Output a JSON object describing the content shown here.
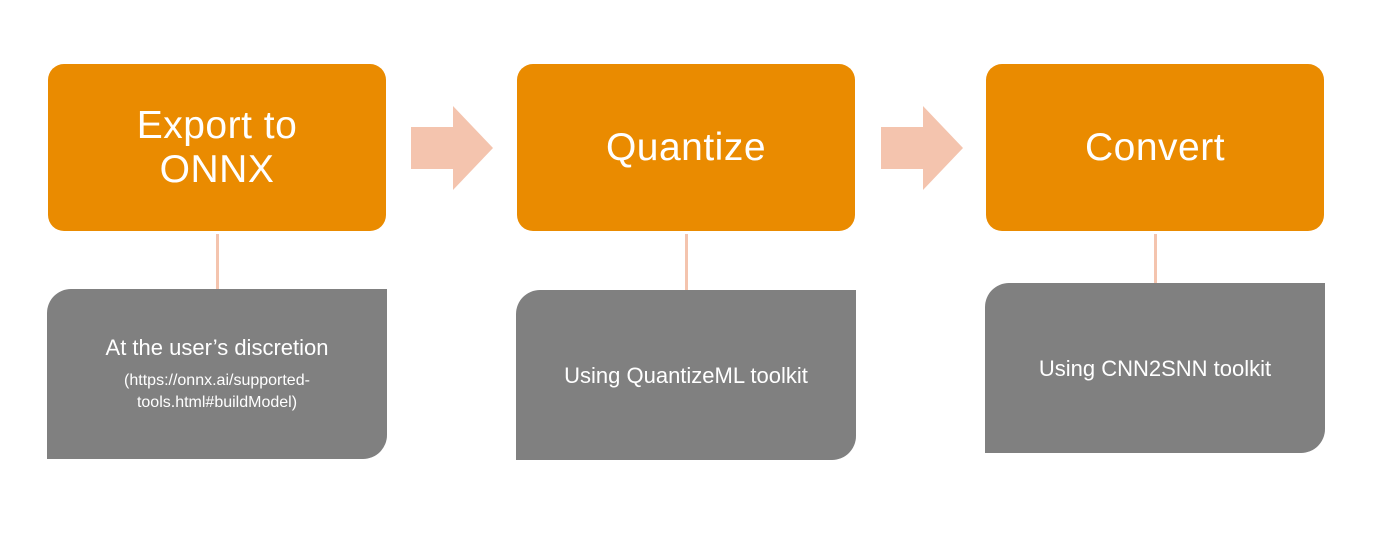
{
  "colors": {
    "step_fill": "#EA8B00",
    "desc_fill": "#808080",
    "arrow_fill": "#F4C4AE",
    "text": "#FFFFFF"
  },
  "steps": [
    {
      "title": "Export to ONNX",
      "description": "At the user’s discretion",
      "note": "(https://onnx.ai/supported-tools.html#buildModel)"
    },
    {
      "title": "Quantize",
      "description": "Using QuantizeML toolkit"
    },
    {
      "title": "Convert",
      "description": "Using CNN2SNN toolkit"
    }
  ]
}
